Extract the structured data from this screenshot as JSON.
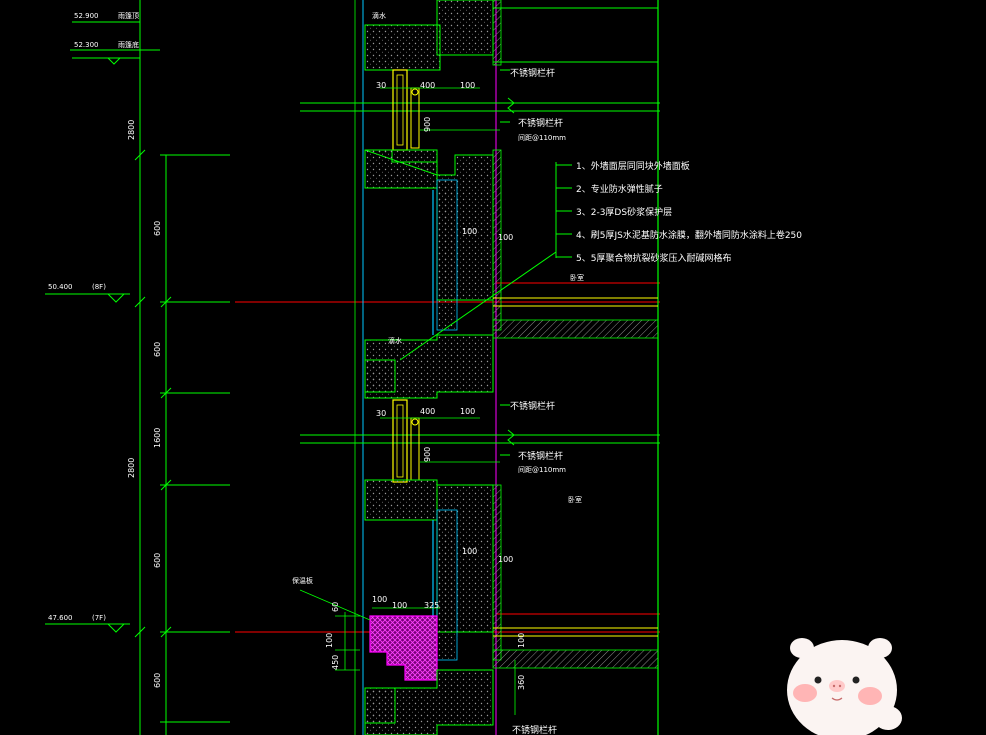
{
  "colors": {
    "background": "#000000",
    "green": "#00ff00",
    "red": "#ff0000",
    "cyan": "#00c8ff",
    "white": "#ffffff",
    "magenta": "#ff00ff",
    "yellow": "#ffff00",
    "grey": "#8a8a8a"
  },
  "levels": {
    "top1": "52.900",
    "top1_note": "雨篷顶",
    "top2": "52.300",
    "top2_note": "雨篷底",
    "mid": "50.400",
    "mid_note": "(8F)",
    "bottom": "47.600",
    "bottom_note": "(7F)"
  },
  "dims": {
    "floor_height_a": "2800",
    "floor_height_b": "2800",
    "seg_600_a": "600",
    "seg_600_b": "600",
    "seg_1600": "1600",
    "seg_600_c": "600",
    "seg_600_d": "600",
    "d30_a": "30",
    "d400_a": "400",
    "d100_a": "100",
    "d900_a": "900",
    "d30_b": "30",
    "d400_b": "400",
    "d100_b": "100",
    "d900_b": "900",
    "wall_100_a": "100",
    "wall_100_b": "100",
    "wall_100_c": "100",
    "wall_100_d": "100",
    "d100_c": "100",
    "d100_d": "100",
    "d325": "325",
    "d100_e": "100",
    "d450": "450",
    "d100_f": "100",
    "d360": "360",
    "d60": "60"
  },
  "labels": {
    "railing_1": "不锈钢栏杆",
    "railing_2": "不锈钢栏杆",
    "railing_2_note": "间距@110mm",
    "railing_3": "不锈钢栏杆",
    "railing_4": "不锈钢栏杆",
    "railing_4_note": "间距@110mm",
    "railing_5": "不锈钢栏杆",
    "room_1": "卧室",
    "room_2": "卧室",
    "dripline_1": "滴水",
    "dripline_2": "滴水",
    "insulation": "保温板",
    "layers": [
      "1、外墙面层同同块外墙面板",
      "2、专业防水弹性腻子",
      "3、2-3厚DS砂浆保护层",
      "4、刷5厚JS水泥基防水涂膜，翻外墙同防水涂料上卷250",
      "5、5厚聚合物抗裂砂浆压入耐碱网格布"
    ]
  }
}
